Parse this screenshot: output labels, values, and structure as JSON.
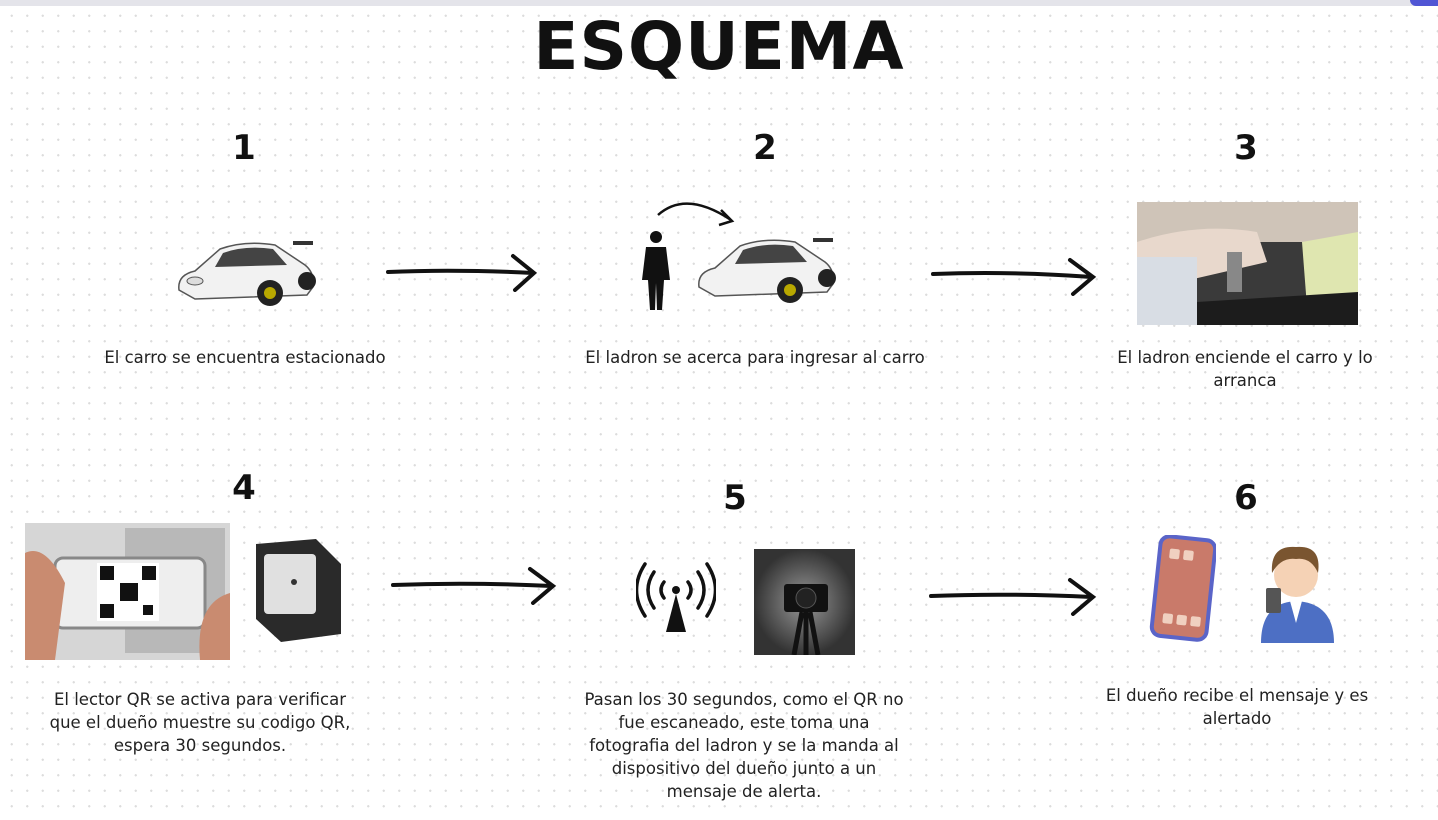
{
  "title": "ESQUEMA",
  "steps": [
    {
      "number": "1",
      "caption": "El carro se encuentra estacionado"
    },
    {
      "number": "2",
      "caption": "El ladron se acerca para ingresar al carro"
    },
    {
      "number": "3",
      "caption": "El ladron enciende el carro y lo arranca"
    },
    {
      "number": "4",
      "caption": "El lector QR se activa para verificar que el dueño muestre su codigo QR, espera 30 segundos."
    },
    {
      "number": "5",
      "caption": "Pasan los 30 segundos, como el QR no fue escaneado, este toma una fotografia del ladron y se la manda al dispositivo del dueño junto a un mensaje de alerta."
    },
    {
      "number": "6",
      "caption": "El dueño recibe el mensaje y es alertado"
    }
  ]
}
